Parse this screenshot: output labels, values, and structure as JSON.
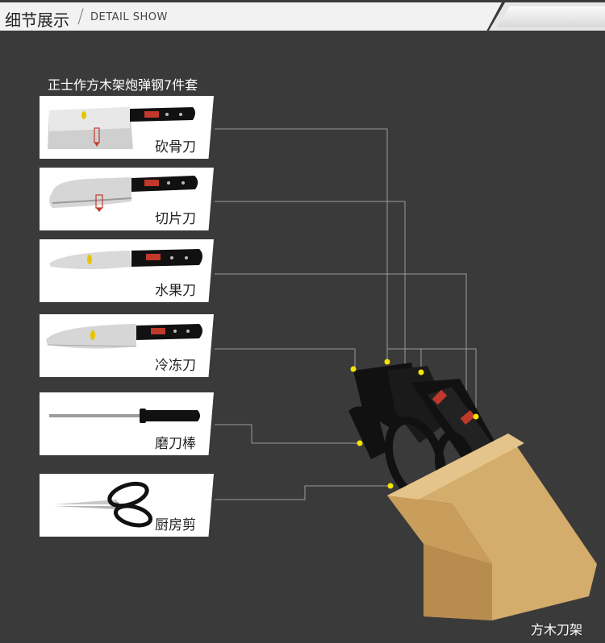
{
  "header": {
    "title_cn": "细节展示",
    "title_en": "DETAIL SHOW"
  },
  "product": {
    "set_title": "正士作方木架炮弹钢7件套",
    "items": [
      {
        "label": "砍骨刀",
        "icon": "cleaver-icon"
      },
      {
        "label": "切片刀",
        "icon": "slicing-knife-icon"
      },
      {
        "label": "水果刀",
        "icon": "fruit-knife-icon"
      },
      {
        "label": "冷冻刀",
        "icon": "frozen-knife-icon"
      },
      {
        "label": "磨刀棒",
        "icon": "sharpening-rod-icon"
      },
      {
        "label": "厨房剪",
        "icon": "kitchen-scissors-icon"
      }
    ],
    "block_label": "方木刀架",
    "colors": {
      "background": "#3a3a3a",
      "wood": "#d9b57a",
      "handle": "#111111",
      "marker": "#f5e400",
      "line": "#9a9a9a"
    }
  }
}
